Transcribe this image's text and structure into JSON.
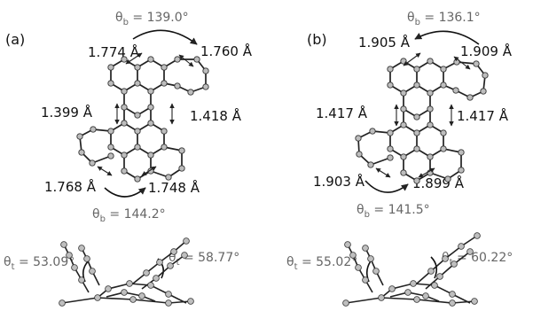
{
  "panels": [
    {
      "label": "(a)",
      "bay_angle_top": "139.0°",
      "bay_angle_bottom": "144.2°",
      "top_left_distance": "1.774 Å",
      "top_right_distance": "1.760 Å",
      "mid_left_distance": "1.399 Å",
      "mid_right_distance": "1.418 Å",
      "bottom_left_distance": "1.768 Å",
      "bottom_right_distance": "1.748 Å",
      "twist_left": "53.09°",
      "twist_right": "58.77°"
    },
    {
      "label": "(b)",
      "bay_angle_top": "136.1°",
      "bay_angle_bottom": "141.5°",
      "top_left_distance": "1.905 Å",
      "top_right_distance": "1.909 Å",
      "mid_left_distance": "1.417 Å",
      "mid_right_distance": "1.417 Å",
      "bottom_left_distance": "1.903 Å",
      "bottom_right_distance": "1.899 Å",
      "twist_left": "55.02°",
      "twist_right": "60.22°"
    }
  ],
  "symbols": {
    "theta": "θ",
    "bay_subscript": "b",
    "twist_subscript": "t",
    "equals": " = "
  }
}
